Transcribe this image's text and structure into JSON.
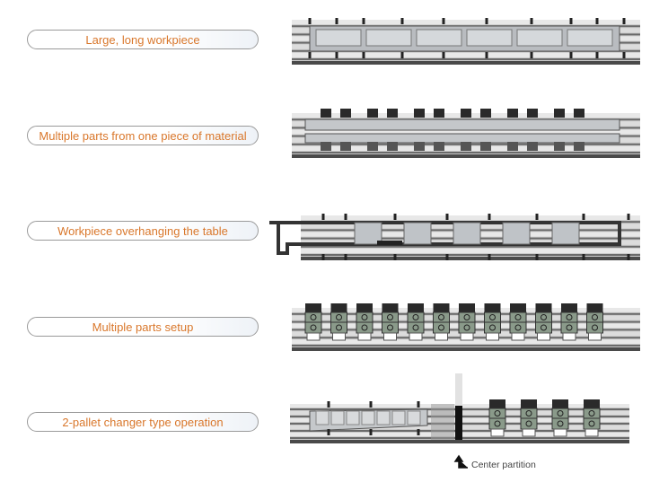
{
  "setups": [
    {
      "label": "Large, long workpiece"
    },
    {
      "label": "Multiple parts from one piece of material"
    },
    {
      "label": "Workpiece overhanging the table"
    },
    {
      "label": "Multiple parts setup"
    },
    {
      "label": "2-pallet changer type operation"
    }
  ],
  "partition_caption": "Center partition",
  "colors": {
    "label_text": "#d9772b",
    "pill_border": "#9a9a9a"
  }
}
